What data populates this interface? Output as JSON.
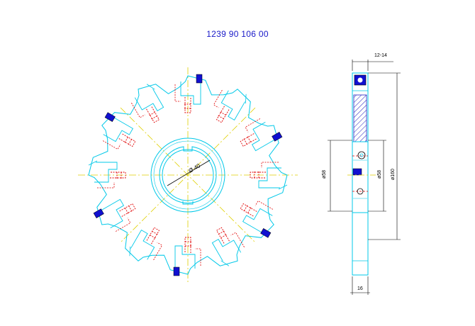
{
  "drawing": {
    "part_number": "1239 90 106 00",
    "bore_dimension": "Ø 40",
    "thickness_top": "12-14",
    "inner_height_left": "ø58",
    "inner_height_right": "ø58",
    "outer_diameter": "ø160",
    "width_bottom": "16"
  },
  "colors": {
    "outline": "#00c8e8",
    "hidden": "#e00000",
    "insert": "#1010d0",
    "centerline": "#e0d000",
    "dimension": "#000000",
    "hatch": "#2020c0"
  }
}
